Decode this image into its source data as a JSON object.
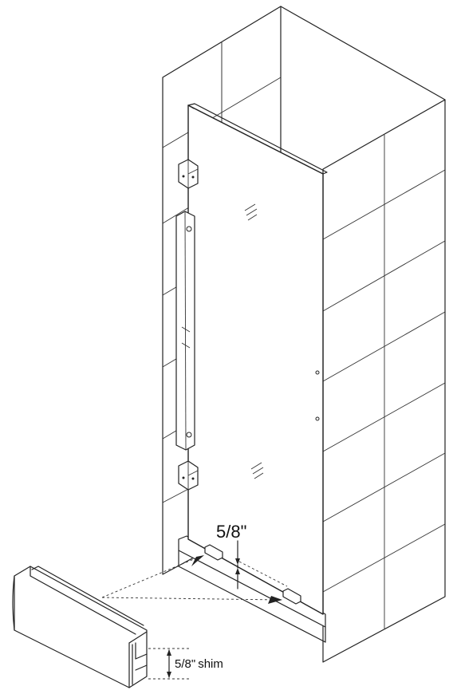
{
  "diagram": {
    "gap_dimension": "5/8\"",
    "shim_dimension": "5/8\"",
    "shim_word": "shim"
  }
}
